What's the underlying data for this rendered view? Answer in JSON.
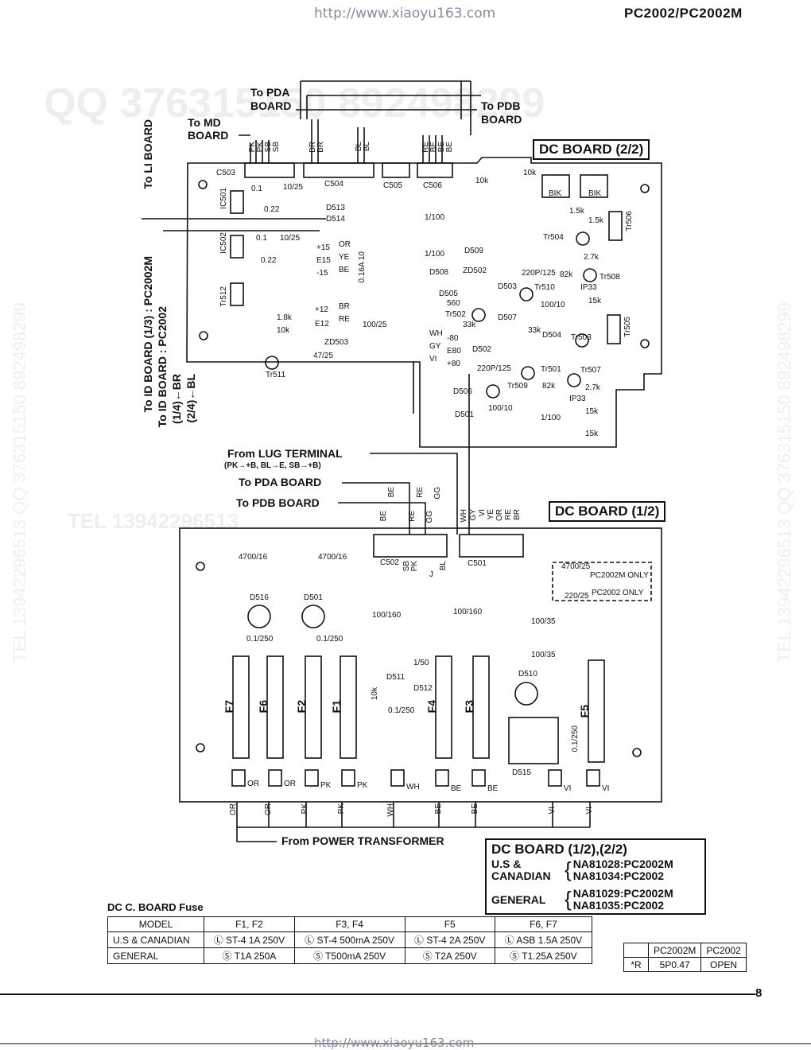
{
  "header": {
    "url_top": "http://www.xiaoyu163.com",
    "model": "PC2002/PC2002M"
  },
  "footer": {
    "url_bottom": "http://www.xiaoyu163.com",
    "page_number": "8"
  },
  "watermarks": {
    "qq": "QQ 376315150  892498299",
    "tel": "TEL 13942296513",
    "tel_qq": "TEL 13942296513  QQ 376315150  892498299",
    "qq_right": "QQ 376315150  892498299"
  },
  "board_upper": {
    "title": "DC BOARD (2/2)",
    "to_pda": "To PDA",
    "to_pda_board": "BOARD",
    "to_pdb": "To PDB",
    "to_pdb_board": "BOARD",
    "to_md": "To MD",
    "to_md_board": "BOARD",
    "to_li_board": "To LI BOARD",
    "to_id_board_1": "To ID BOARD (1/3) : PC2002M",
    "to_id_board_2": "To ID BOARD : PC2002",
    "id_br": "(1/4)←BR",
    "id_bl": "(2/4)←BL",
    "wires_top": [
      "PK",
      "PK",
      "SB",
      "SB",
      "BR",
      "BR",
      "BL",
      "BL",
      "RE",
      "BE",
      "BE",
      "BE"
    ],
    "connectors": [
      "C503",
      "C504",
      "C505",
      "C506"
    ],
    "ics": [
      "IC501",
      "IC502"
    ],
    "transistors": [
      "Tr504",
      "Tr506",
      "Tr508",
      "Tr510",
      "Tr502",
      "Tr503",
      "Tr505",
      "Tr501",
      "Tr507",
      "Tr509",
      "Tr511",
      "Tr512"
    ],
    "diodes": [
      "D513",
      "D514",
      "D509",
      "D508",
      "ZD502",
      "D503",
      "D505",
      "D507",
      "D504",
      "D502",
      "D506",
      "D501",
      "ZD503"
    ],
    "voltages": [
      "+15",
      "E15",
      "-15",
      "+12",
      "E12",
      "-80",
      "E80",
      "+80"
    ],
    "wire_colors": [
      "OR",
      "YE",
      "BE",
      "BR",
      "RE",
      "WH",
      "GY",
      "VI"
    ],
    "parts": [
      "0.1",
      "10/25",
      "0.22",
      "1/100",
      "10k",
      "1.5k",
      "2.7k",
      "82k",
      "220P/125",
      "IP33",
      "15k",
      "560",
      "33k",
      "100/10",
      "1.8k",
      "47/25",
      "100/25",
      "0.16A 10",
      "BIK",
      "BIK"
    ]
  },
  "lug": {
    "from_lug": "From LUG TERMINAL",
    "lug_note": "(PK→+B, BL→E, SB→+B)",
    "to_pda": "To PDA BOARD",
    "to_pdb": "To PDB BOARD",
    "wires_c502": [
      "BE",
      "RE",
      "GG"
    ],
    "wires_c501": [
      "WH",
      "GY",
      "VI",
      "YE",
      "OR",
      "RE",
      "BR"
    ],
    "wires_c502_b": [
      "BE",
      "RE",
      "GG"
    ]
  },
  "board_lower": {
    "title": "DC BOARD (1/2)",
    "connectors": [
      "C502",
      "C501"
    ],
    "caps": [
      "4700/16",
      "4700/16",
      "100/160",
      "100/160",
      "100/35",
      "100/35",
      "0.1/250",
      "0.1/250",
      "0.1/250",
      "1/50",
      "0.1/250"
    ],
    "note_2m": "4700/25",
    "note_2m_only": "PC2002M ONLY",
    "note_2": "220/25",
    "note_2_only": "PC2002 ONLY",
    "bridges": [
      "D516",
      "D501",
      "D510",
      "D515"
    ],
    "diodes": [
      "D511",
      "D512"
    ],
    "res": "10k",
    "fuses": [
      "F7",
      "F6",
      "F2",
      "F1",
      "F4",
      "F3",
      "F5"
    ],
    "terminals": [
      "OR",
      "OR",
      "PK",
      "PK",
      "WH",
      "BE",
      "BE",
      "VI",
      "VI"
    ],
    "bottom_wires": [
      "OR",
      "OR",
      "PK",
      "PK",
      "WH",
      "BE",
      "BE",
      "VI",
      "VI"
    ],
    "side_labels": [
      "SB",
      "PK",
      "BL",
      "J"
    ],
    "from_transformer": "From POWER TRANSFORMER"
  },
  "info": {
    "title": "DC BOARD (1/2),(2/2)",
    "us1": "U.S &",
    "us2": "CANADIAN",
    "us_a": "NA81028:PC2002M",
    "us_b": "NA81034:PC2002",
    "general": "GENERAL",
    "gen_a": "NA81029:PC2002M",
    "gen_b": "NA81035:PC2002"
  },
  "fuse_table": {
    "caption": "DC C. BOARD Fuse",
    "headers": [
      "MODEL",
      "F1, F2",
      "F3, F4",
      "F5",
      "F6, F7"
    ],
    "rows": [
      [
        "U.S & CANADIAN",
        "ST-4 1A 250V",
        "ST-4 500mA 250V",
        "ST-4 2A 250V",
        "ASB 1.5A 250V"
      ],
      [
        "GENERAL",
        "T1A 250A",
        "T500mA 250V",
        "T2A 250V",
        "T1.25A 250V"
      ]
    ],
    "mark_ul": "Ⓛ",
    "mark_s": "Ⓢ"
  },
  "r_table": {
    "headers": [
      "",
      "PC2002M",
      "PC2002"
    ],
    "row": [
      "*R",
      "5P0.47",
      "OPEN"
    ]
  },
  "colors": {
    "line": "#111111",
    "watermark": "#eeeeee",
    "url": "#8a8aa0"
  }
}
